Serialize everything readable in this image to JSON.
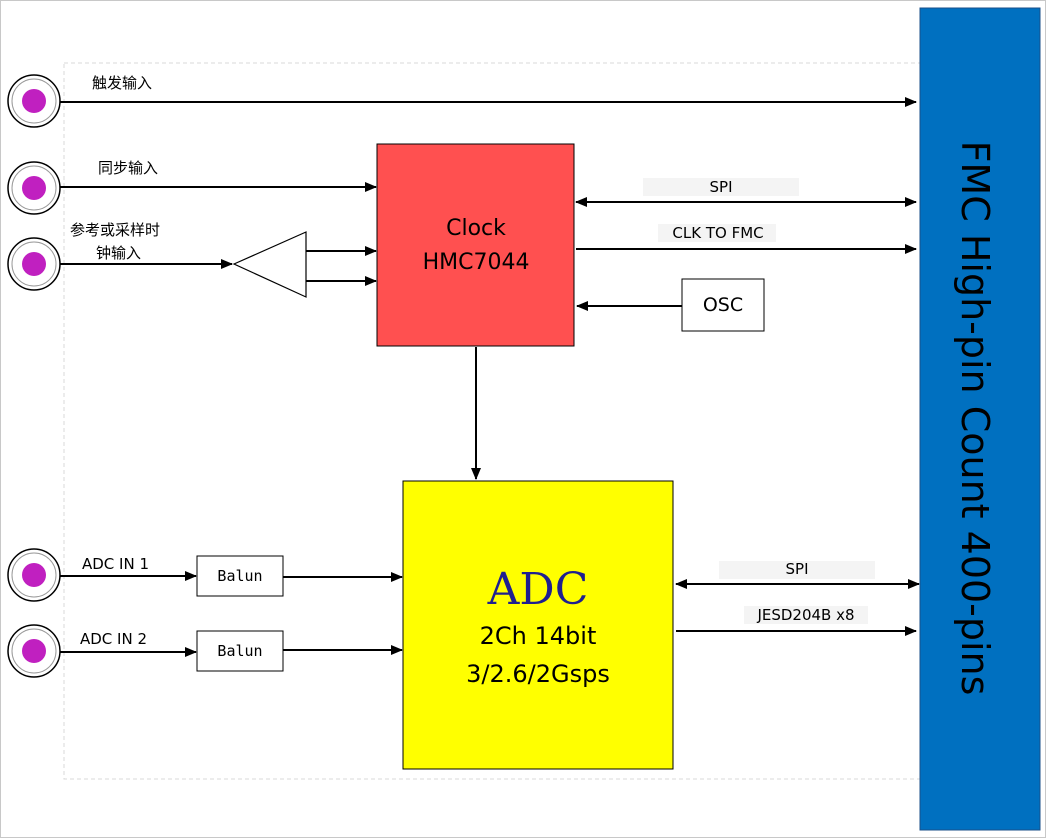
{
  "inputs": {
    "trigger": "触发输入",
    "sync": "同步输入",
    "ref_line1": "参考或采样时",
    "ref_line2": "钟输入",
    "adc_in1": "ADC  IN 1",
    "adc_in2": "ADC  IN 2"
  },
  "clock": {
    "line1": "Clock",
    "line2": "HMC7044",
    "color": "#ff5050"
  },
  "osc": "OSC",
  "balun1": "Balun",
  "balun2": "Balun",
  "adc": {
    "title": "ADC",
    "line1": "2Ch 14bit",
    "line2": "3/2.6/2Gsps",
    "color": "#ffff00"
  },
  "links": {
    "spi_clock": "SPI",
    "clk_to_fmc": "CLK TO FMC",
    "spi_adc": "SPI",
    "jesd": "JESD204B x8"
  },
  "fmc": {
    "label": "FMC  High-pin Count 400-pins",
    "color": "#0070c0"
  },
  "colors": {
    "connector_dot": "#c020c0"
  }
}
